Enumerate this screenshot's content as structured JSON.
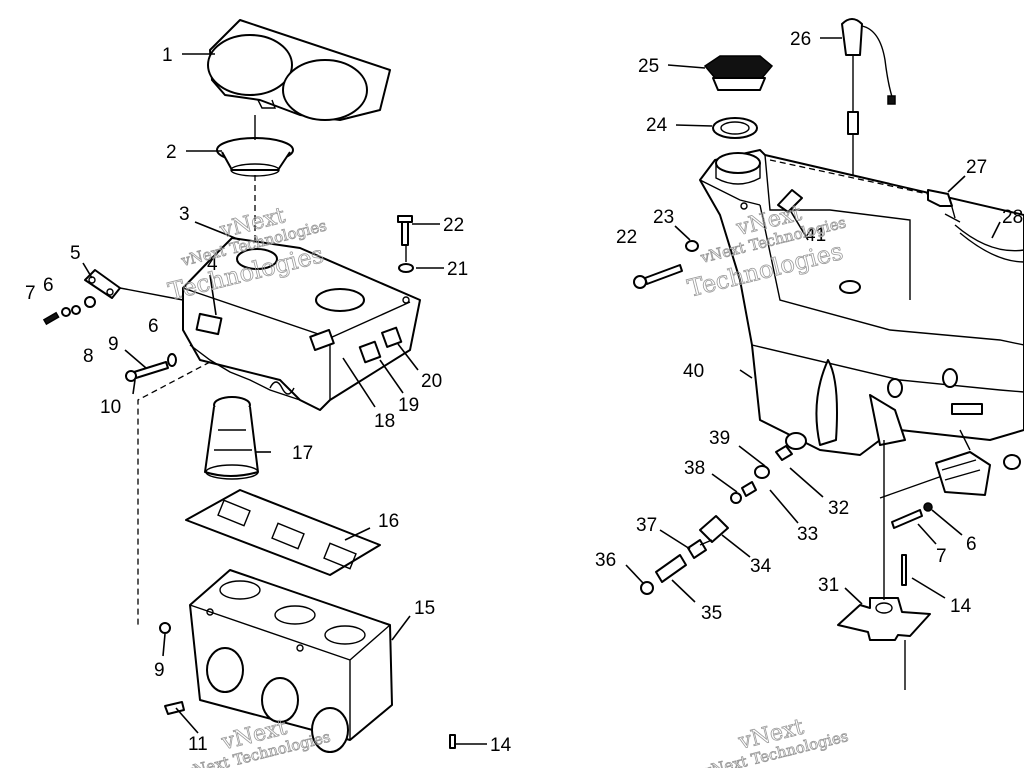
{
  "diagram": {
    "left_callouts": [
      "1",
      "2",
      "3",
      "4",
      "5",
      "6",
      "7",
      "8",
      "9",
      "6",
      "10",
      "17",
      "16",
      "15",
      "9",
      "11",
      "14",
      "18",
      "19",
      "20",
      "21",
      "22"
    ],
    "right_callouts": [
      "26",
      "25",
      "24",
      "27",
      "28",
      "23",
      "22",
      "41",
      "40",
      "39",
      "38",
      "32",
      "33",
      "37",
      "34",
      "36",
      "35",
      "31",
      "14",
      "7",
      "6"
    ]
  },
  "watermark": {
    "line1": "vNext",
    "line2": "vNext Technologies",
    "line3": "Technologies"
  }
}
